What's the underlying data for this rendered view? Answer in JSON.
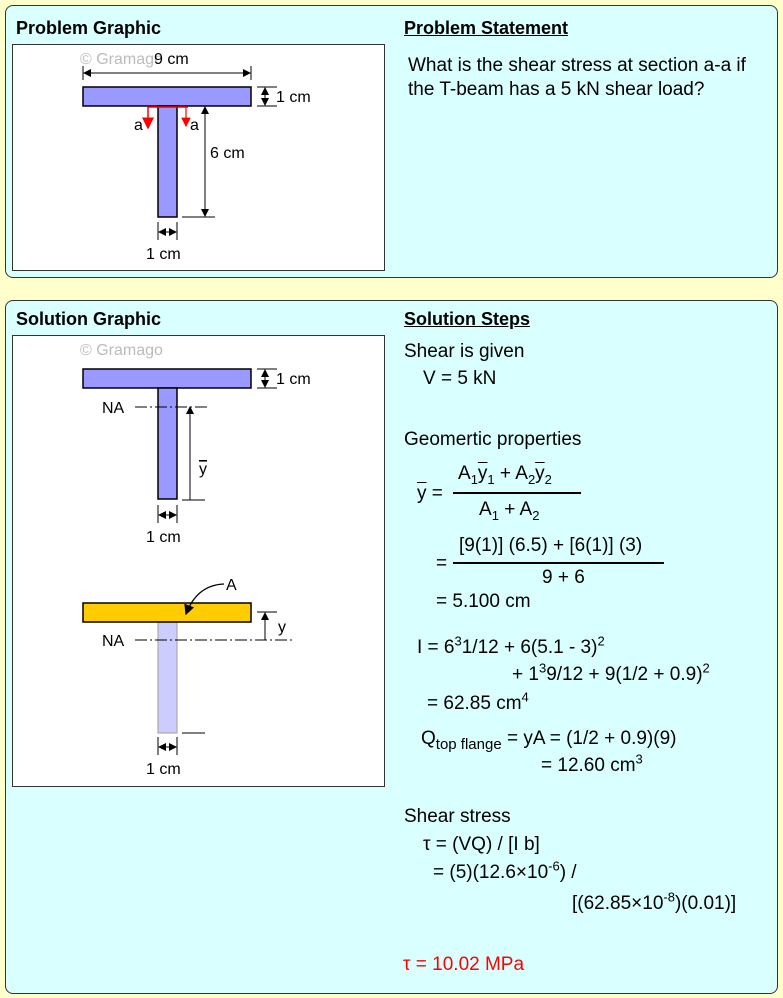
{
  "problem": {
    "graphic_title": "Problem Graphic",
    "statement_title": "Problem Statement",
    "statement": "What is the shear stress at section a-a if the T-beam has a 5 kN shear load?",
    "watermark": "© Gramago",
    "dim_width": "9 cm",
    "dim_flange": "1 cm",
    "dim_web_height": "6 cm",
    "dim_web_width": "1 cm",
    "section_label": "a"
  },
  "solution": {
    "graphic_title": "Solution Graphic",
    "steps_title": "Solution Steps",
    "watermark": "© Gramago",
    "dim_flange": "1 cm",
    "na_label": "NA",
    "ybar_label": "y",
    "dim_web_width": "1 cm",
    "area_label": "A",
    "y_label": "y",
    "shear_heading": "Shear is given",
    "shear_value": "V = 5 kN",
    "geom_heading": "Geomertic properties",
    "ybar_eq": [
      "y",
      " ="
    ],
    "num1": [
      "A",
      "1",
      "y",
      "1",
      " + A",
      "2",
      "y",
      "2"
    ],
    "den1": [
      "A",
      "1",
      " + A",
      "2"
    ],
    "eq_eq": "=",
    "num2": "[9(1)] (6.5) + [6(1)] (3)",
    "den2": "9 + 6",
    "ybar_result": "= 5.100 cm",
    "i_line1": [
      "I = 6",
      "3",
      "1/12 + 6(5.1 - 3)",
      "2"
    ],
    "i_line2": [
      "+ 1",
      "3",
      "9/12 + 9(1/2 + 0.9)",
      "2"
    ],
    "i_result": [
      "= 62.85 cm",
      "4"
    ],
    "q_line": [
      "Q",
      "top flange",
      " = yA = (1/2 + 0.9)(9)"
    ],
    "q_result": [
      "= 12.60 cm",
      "3"
    ],
    "stress_heading": "Shear stress",
    "tau_eq": "τ = (VQ) / [I b]",
    "tau_line2": [
      "= (5)(12.6×10",
      "-6",
      ") /"
    ],
    "tau_line3": [
      "[(62.85×10",
      "-8",
      ")(0.01)]"
    ],
    "answer": "τ = 10.02 MPa",
    "answer_color": "#ff0000"
  }
}
